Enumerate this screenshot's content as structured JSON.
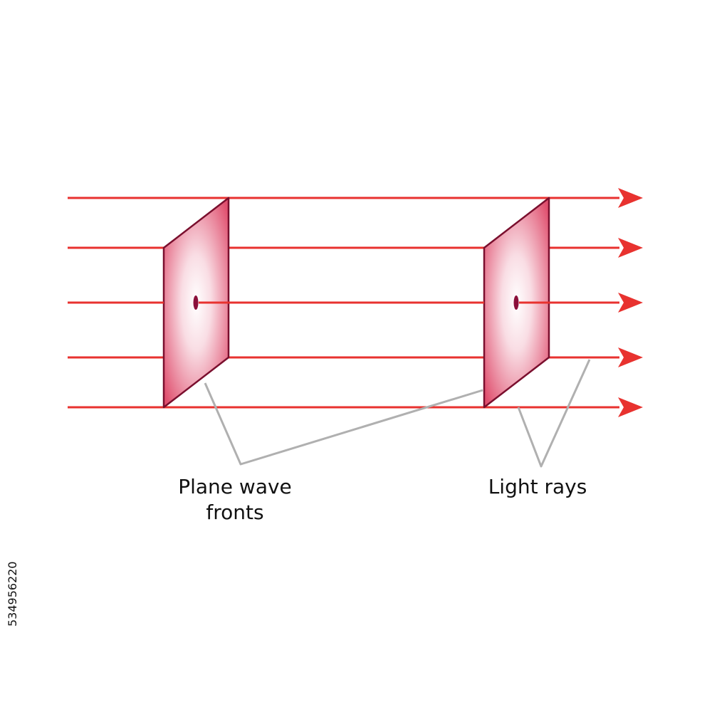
{
  "labels": {
    "wavefronts_line1": "Plane wave",
    "wavefronts_line2": "fronts",
    "rays": "Light rays"
  },
  "stock_id": "534956220",
  "colors": {
    "ray": "#e8322f",
    "wavefront_edge": "#7a0f2e",
    "wavefront_fill_center": "#ffffff",
    "wavefront_fill_outer": "#e0506f",
    "wavefront_center_dot": "#8b0f3a",
    "leader_line": "#b0b0b0",
    "text": "#111111"
  },
  "diagram": {
    "ray_count": 5,
    "wavefront_count": 2
  }
}
